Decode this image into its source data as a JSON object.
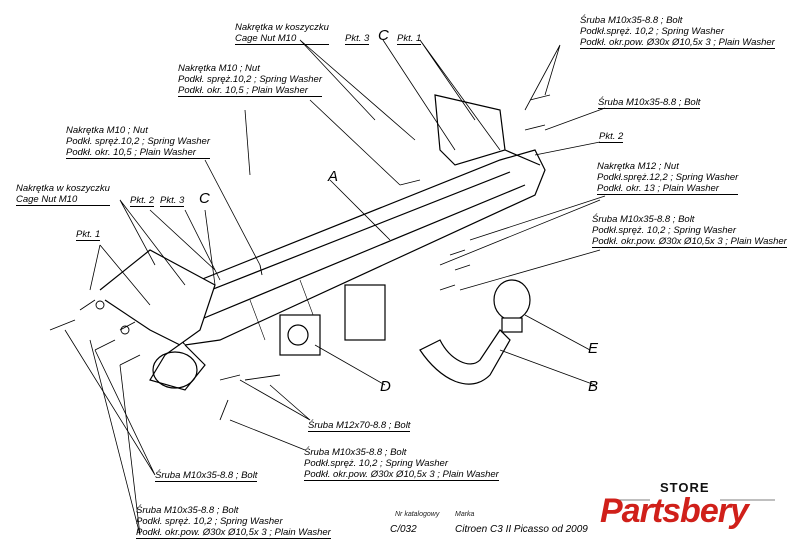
{
  "labels": {
    "cage_nut_top_pl": "Nakrętka w koszyczku",
    "cage_nut_top_en": "Cage Nut  M10",
    "nut_top_1": "Nakrętka  M10 ; Nut",
    "nut_top_2": "Podkł. spręż.10,2 ; Spring Washer",
    "nut_top_3": "Podkł. okr. 10,5 ; Plain Washer",
    "nut_left_1": "Nakrętka  M10 ; Nut",
    "nut_left_2": "Podkł. spręż.10,2 ; Spring Washer",
    "nut_left_3": "Podkł. okr. 10,5 ; Plain Washer",
    "cage_nut_left_pl": "Nakrętka w koszyczku",
    "cage_nut_left_en": "Cage Nut  M10",
    "bolt_tr_1": "Śruba M10x35-8.8  ; Bolt",
    "bolt_tr_2": "Podkł.spręż. 10,2 ; Spring Washer",
    "bolt_tr_3": "Podkł. okr.pow. Ø30x Ø10,5x 3  ; Plain Washer",
    "bolt_r1": "Śruba M10x35-8.8   ;  Bolt",
    "nut_m12_1": "Nakrętka  M12 ; Nut",
    "nut_m12_2": "Podkł.spręż.12,2 ; Spring Washer",
    "nut_m12_3": "Podkł. okr. 13 ; Plain Washer",
    "bolt_r2_1": "Śruba M10x35-8.8   ;  Bolt",
    "bolt_r2_2": "Podkł.spręż. 10,2 ; Spring Washer",
    "bolt_r2_3": "Podkł. okr.pow. Ø30x Ø10,5x 3  ; Plain Washer",
    "bolt_m12": "Śruba M12x70-8.8   ;  Bolt",
    "bolt_mid_1": "Śruba M10x35-8.8   ;  Bolt",
    "bolt_mid_2": "Podkł.spręż. 10,2 ; Spring Washer",
    "bolt_mid_3": "Podkł. okr.pow. Ø30x Ø10,5x 3  ; Plain Washer",
    "bolt_bl": "Śruba M10x35-8.8   ;  Bolt",
    "bolt_bot_1": "Śruba M10x35-8.8   ;  Bolt",
    "bolt_bot_2": "Podkł. spręż. 10,2 ; Spring Washer",
    "bolt_bot_3": "Podkł. okr.pow. Ø30x Ø10,5x 3  ; Plain Washer"
  },
  "parts": {
    "pkt3_top": "Pkt. 3",
    "c_top": "C",
    "pkt1_top": "Pkt. 1",
    "pkt2_right": "Pkt. 2",
    "pkt2_left": "Pkt. 2",
    "pkt3_left": "Pkt. 3",
    "c_left": "C",
    "pkt1_left": "Pkt. 1",
    "a": "A",
    "b": "B",
    "d": "D",
    "e": "E"
  },
  "catalog": {
    "nr_label": "Nr katalogowy",
    "marka_label": "Marka",
    "number": "C/032",
    "model": "Citroen C3 II Picasso   od 2009"
  },
  "logo": {
    "store": "STORE",
    "brand": "Partsbery"
  }
}
